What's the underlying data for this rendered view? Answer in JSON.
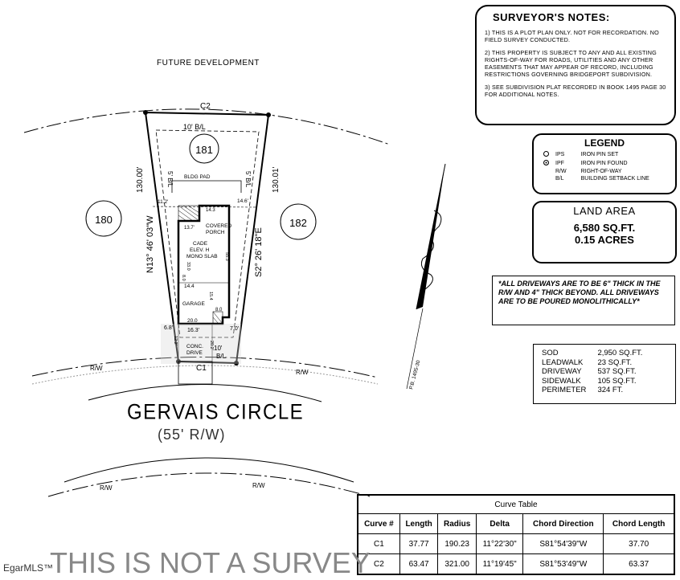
{
  "future_development": "FUTURE DEVELOPMENT",
  "surveyor_notes": {
    "title": "SURVEYOR'S NOTES:",
    "notes": [
      "1) THIS IS A PLOT PLAN ONLY. NOT FOR RECORDATION. NO FIELD SURVEY CONDUCTED.",
      "2) THIS PROPERTY IS SUBJECT TO ANY AND ALL EXISTING RIGHTS-OF-WAY FOR ROADS, UTILITIES AND ANY OTHER EASEMENTS THAT MAY APPEAR OF RECORD, INCLUDING RESTRICTIONS GOVERNING BRIDGEPORT SUBDIVISION.",
      "3) SEE SUBDIVISION PLAT RECORDED IN BOOK 1495 PAGE 30 FOR ADDITIONAL NOTES."
    ]
  },
  "legend": {
    "title": "LEGEND",
    "items": [
      {
        "abbr": "IPS",
        "desc": "IRON PIN SET",
        "symbol": "open-circle"
      },
      {
        "abbr": "IPF",
        "desc": "IRON PIN FOUND",
        "symbol": "filled-circle"
      },
      {
        "abbr": "R/W",
        "desc": "RIGHT-OF-WAY",
        "symbol": ""
      },
      {
        "abbr": "B/L",
        "desc": "BUILDING SETBACK LINE",
        "symbol": ""
      }
    ]
  },
  "land_area": {
    "title": "LAND AREA",
    "sqft": "6,580 SQ.FT.",
    "acres": "0.15 ACRES"
  },
  "driveway_note": "*ALL DRIVEWAYS ARE TO BE 6\" THICK IN THE R/W AND 4\" THICK BEYOND. ALL DRIVEWAYS ARE TO BE POURED MONOLITHICALLY*",
  "areas": [
    {
      "label": "SOD",
      "value": "2,950 SQ.FT."
    },
    {
      "label": "LEADWALK",
      "value": "23 SQ.FT."
    },
    {
      "label": "DRIVEWAY",
      "value": "537 SQ.FT."
    },
    {
      "label": "SIDEWALK",
      "value": "105 SQ.FT."
    },
    {
      "label": "PERIMETER",
      "value": "324 FT."
    }
  ],
  "curve_table": {
    "title": "Curve Table",
    "headers": [
      "Curve #",
      "Length",
      "Radius",
      "Delta",
      "Chord Direction",
      "Chord Length"
    ],
    "rows": [
      [
        "C1",
        "37.77",
        "190.23",
        "11°22'30\"",
        "S81°54'39\"W",
        "37.70"
      ],
      [
        "C2",
        "63.47",
        "321.00",
        "11°19'45\"",
        "S81°53'49\"W",
        "63.37"
      ]
    ]
  },
  "plot": {
    "lot_number": "181",
    "left_lot": "180",
    "right_lot": "182",
    "curve_top": "C2",
    "curve_bottom": "C1",
    "left_bearing": "N13° 46' 03\"W",
    "right_bearing": "S2° 26' 18\"E",
    "left_distance": "130.00'",
    "right_distance": "130.01'",
    "setback_rear": "10' B/L",
    "setback_side_left": "5' B/L",
    "setback_side_right": "5' B/L",
    "setback_front": "10' B/L",
    "bldg_pad": "BLDG PAD",
    "dim_left_side": "11.2'",
    "dim_right_side": "14.6'",
    "porch_label": "COVERED PORCH",
    "porch_width": "13.7'",
    "porch_dim": "14.3",
    "house_label_1": "CADE",
    "house_label_2": "ELEV. H",
    "house_label_3": "MONO SLAB",
    "house_depth": "55.3",
    "dim_a": "33.0",
    "dim_b": "8.0",
    "dim_c": "14.4",
    "dim_d": "15.4",
    "garage_label": "GARAGE",
    "garage_width": "20.0",
    "dim_e": "8.0",
    "front_left": "6.8'",
    "front_right": "7.0'",
    "drive_width": "16.3'",
    "drive_depth_left": "12.2'",
    "drive_depth_right": "20.2'",
    "drive_label": "CONC. DRIVE",
    "rw_left": "R/W",
    "rw_right": "R/W",
    "rw_bottom_left": "R/W",
    "rw_bottom_right": "R/W",
    "plat_ref": "P.B. 1495-30"
  },
  "street": {
    "name": "GERVAIS CIRCLE",
    "rw": "(55' R/W)"
  },
  "watermark": "THIS IS NOT A SURVEY",
  "mls_logo": "EgarMLS™"
}
